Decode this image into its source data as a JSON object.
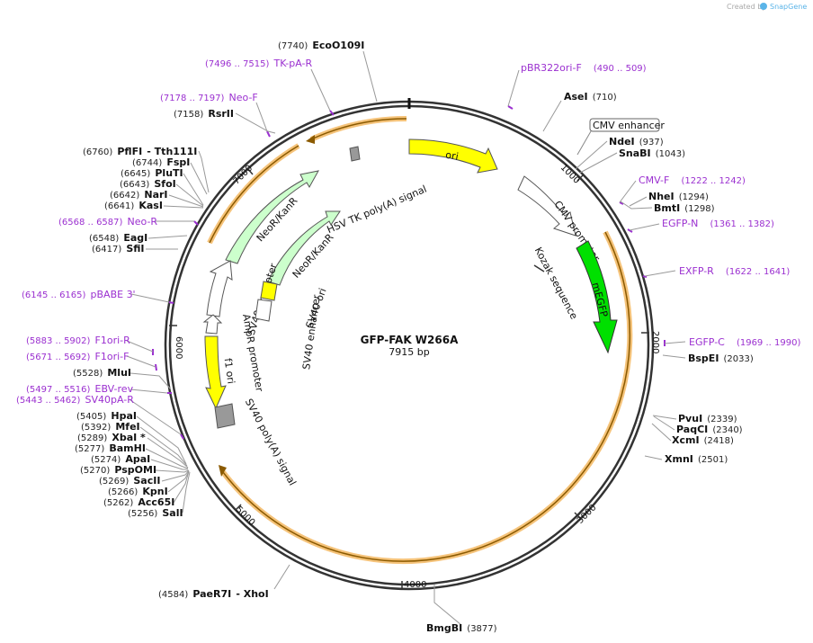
{
  "plasmid": {
    "name": "GFP-FAK W266A",
    "length_label": "7915 bp",
    "length": 7915
  },
  "credit": {
    "created_by": "Created by",
    "brand": "SnapGene"
  },
  "ticks": [
    "1000",
    "2000",
    "3000",
    "4000",
    "5000",
    "6000",
    "7000"
  ],
  "enzymes": [
    {
      "name": "EcoO109I",
      "pos": "(7740)"
    },
    {
      "name": "RsrII",
      "pos": "(7158)"
    },
    {
      "name": "PflFI",
      "pos": "(6760)",
      "suffix": "- Tth111I"
    },
    {
      "name": "FspI",
      "pos": "(6744)"
    },
    {
      "name": "PluTI",
      "pos": "(6645)"
    },
    {
      "name": "SfoI",
      "pos": "(6643)"
    },
    {
      "name": "NarI",
      "pos": "(6642)"
    },
    {
      "name": "KasI",
      "pos": "(6641)"
    },
    {
      "name": "EagI",
      "pos": "(6548)"
    },
    {
      "name": "SfiI",
      "pos": "(6417)"
    },
    {
      "name": "MluI",
      "pos": "(5528)"
    },
    {
      "name": "HpaI",
      "pos": "(5405)"
    },
    {
      "name": "MfeI",
      "pos": "(5392)"
    },
    {
      "name": "XbaI *",
      "pos": "(5289)"
    },
    {
      "name": "BamHI",
      "pos": "(5277)"
    },
    {
      "name": "ApaI",
      "pos": "(5274)"
    },
    {
      "name": "PspOMI",
      "pos": "(5270)"
    },
    {
      "name": "SacII",
      "pos": "(5269)"
    },
    {
      "name": "KpnI",
      "pos": "(5266)"
    },
    {
      "name": "Acc65I",
      "pos": "(5262)"
    },
    {
      "name": "SalI",
      "pos": "(5256)"
    },
    {
      "name": "PaeR7I",
      "pos": "(4584)",
      "suffix": "- XhoI"
    },
    {
      "name": "BmgBI",
      "pos": "(3877)"
    },
    {
      "name": "XmnI",
      "pos": "(2501)"
    },
    {
      "name": "XcmI",
      "pos": "(2418)"
    },
    {
      "name": "PaqCI",
      "pos": "(2340)"
    },
    {
      "name": "PvuI",
      "pos": "(2339)"
    },
    {
      "name": "BspEI",
      "pos": "(2033)"
    },
    {
      "name": "BmtI",
      "pos": "(1298)"
    },
    {
      "name": "NheI",
      "pos": "(1294)"
    },
    {
      "name": "SnaBI",
      "pos": "(1043)"
    },
    {
      "name": "NdeI",
      "pos": "(937)"
    },
    {
      "name": "AseI",
      "pos": "(710)"
    }
  ],
  "primers": [
    {
      "name": "TK-pA-R",
      "pos": "(7496 .. 7515)"
    },
    {
      "name": "Neo-F",
      "pos": "(7178 .. 7197)"
    },
    {
      "name": "Neo-R",
      "pos": "(6568 .. 6587)"
    },
    {
      "name": "pBABE 3'",
      "pos": "(6145 .. 6165)"
    },
    {
      "name": "F1ori-R",
      "pos": "(5883 .. 5902)"
    },
    {
      "name": "F1ori-F",
      "pos": "(5671 .. 5692)"
    },
    {
      "name": "EBV-rev",
      "pos": "(5497 .. 5516)"
    },
    {
      "name": "SV40pA-R",
      "pos": "(5443 .. 5462)"
    },
    {
      "name": "pBR322ori-F",
      "pos": "(490 .. 509)"
    },
    {
      "name": "CMV-F",
      "pos": "(1222 .. 1242)"
    },
    {
      "name": "EGFP-N",
      "pos": "(1361 .. 1382)"
    },
    {
      "name": "EXFP-R",
      "pos": "(1622 .. 1641)"
    },
    {
      "name": "EGFP-C",
      "pos": "(1969 .. 1990)"
    }
  ],
  "features": [
    {
      "name": "ori",
      "color": "#ffff00"
    },
    {
      "name": "CMV enhancer",
      "color": "#ffffff"
    },
    {
      "name": "CMV promoter",
      "color": "#ffffff"
    },
    {
      "name": "Kozak sequence",
      "color": "#ffffff"
    },
    {
      "name": "mEGFP",
      "color": "#00e000"
    },
    {
      "name": "HSV TK poly(A) signal",
      "color": "#999999"
    },
    {
      "name": "NeoR/KanR",
      "color": "#ccffcc"
    },
    {
      "name": "NeoR/KanR",
      "color": "#ccffcc"
    },
    {
      "name": "SV40 promoter",
      "color": "#ffffff"
    },
    {
      "name": "SV40 ori",
      "color": "#ffff00"
    },
    {
      "name": "SV40 enhancer",
      "color": "#ffffff"
    },
    {
      "name": "AmpR promoter",
      "color": "#ffffff"
    },
    {
      "name": "f1 ori",
      "color": "#ffff00"
    },
    {
      "name": "SV40 poly(A) signal",
      "color": "#999999"
    }
  ],
  "colors": {
    "backbone": "#333333",
    "primer": "#9b30d0",
    "orf": "#f5a623",
    "orf_dark": "#8b5a00"
  }
}
